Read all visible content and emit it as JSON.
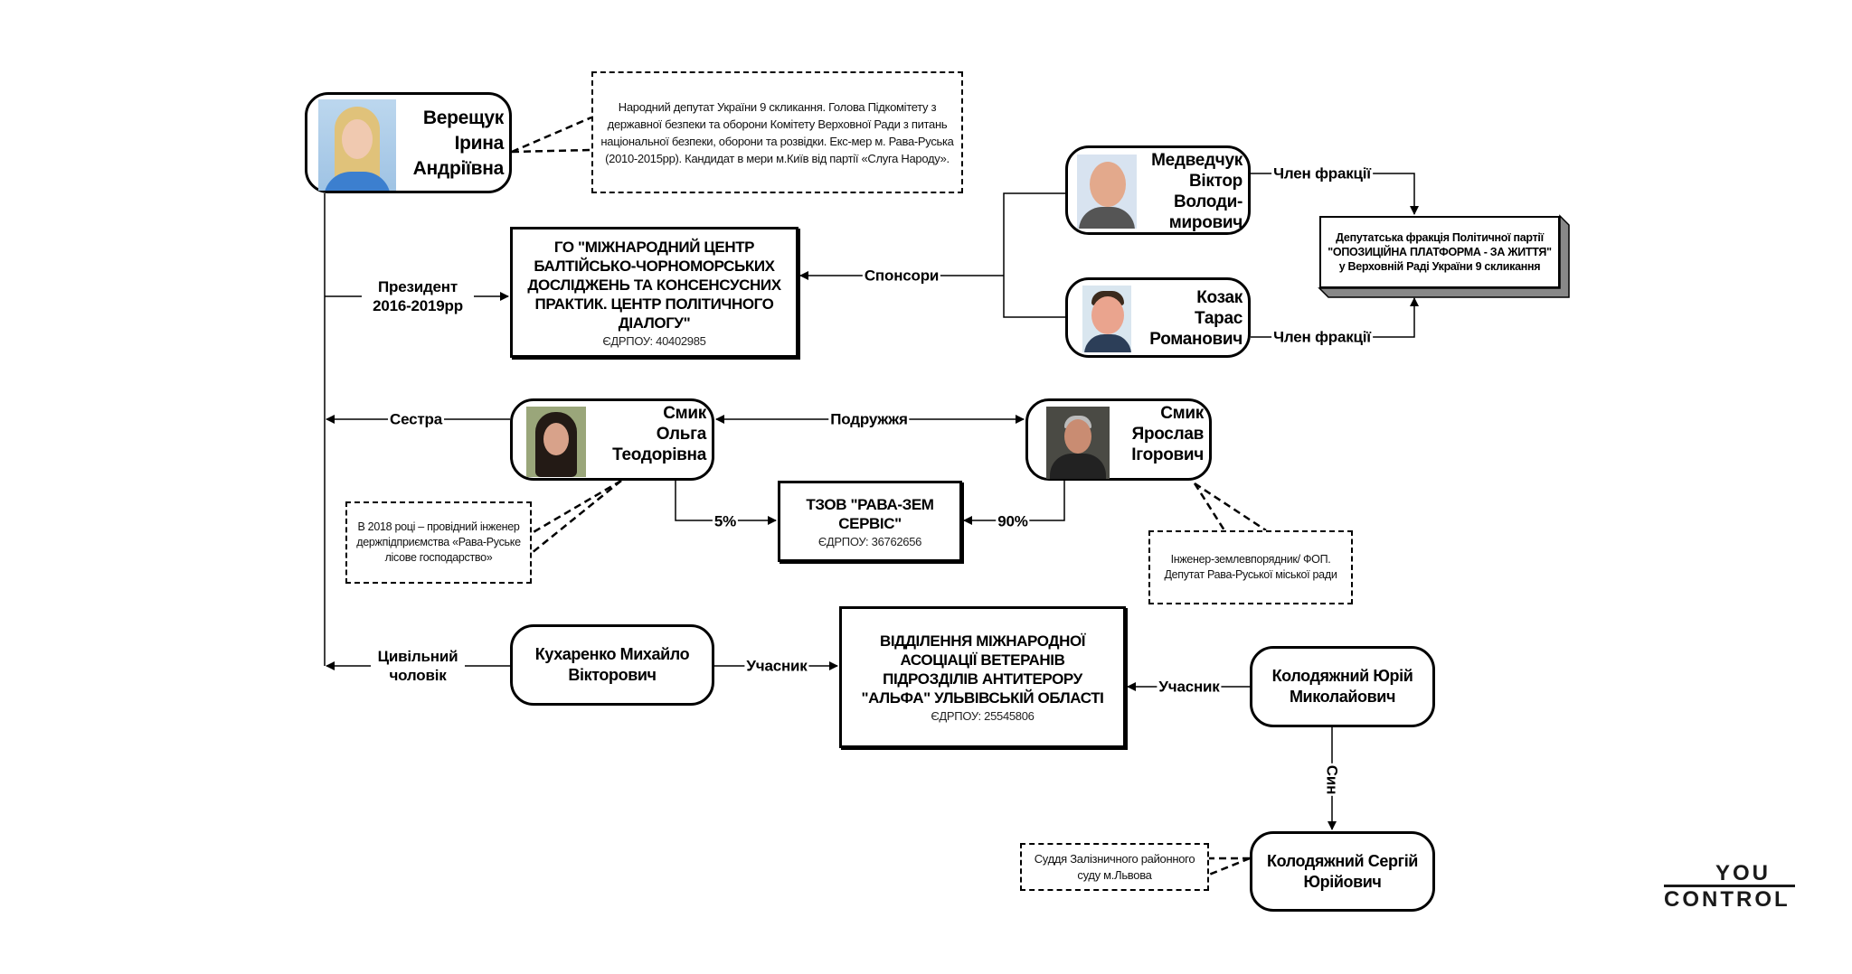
{
  "persons": {
    "vereshchuk": {
      "name": [
        "Верещук",
        "Ірина",
        "Андріївна"
      ],
      "note": "Народний депутат України 9 скликання. Голова Підкомітету з державної безпеки та оборони Комітету Верховної Ради з питань національної безпеки, оборони та розвідки. Екс-мер м. Рава-Руська (2010-2015рр). Кандидат в мери м.Київ від партії «Слуга Народу»."
    },
    "medvedchuk": {
      "name": [
        "Медведчук",
        "Віктор",
        "Володи-",
        "мирович"
      ]
    },
    "kozak": {
      "name": [
        "Козак",
        "Тарас",
        "Романович"
      ]
    },
    "smyk_olga": {
      "name": [
        "Смик",
        "Ольга",
        "Теодорівна"
      ],
      "note": "В 2018 році – провідний інженер держпідприємства «Рава-Руське лісове господарство»"
    },
    "smyk_yaroslav": {
      "name": [
        "Смик",
        "Ярослав",
        "Ігорович"
      ],
      "note": "Інженер-землевпорядник/ ФОП. Депутат Рава-Руської міської ради"
    },
    "kukharenko": {
      "name": [
        "Кухаренко Михайло",
        "Вікторович"
      ]
    },
    "kolodiazhnyi_yurii": {
      "name": [
        "Колодяжний Юрій",
        "Миколайович"
      ]
    },
    "kolodiazhnyi_serhii": {
      "name": [
        "Колодяжний Сергій",
        "Юрійович"
      ],
      "note": "Суддя Залізничного районного суду м.Львова"
    }
  },
  "orgs": {
    "go_center": {
      "title": "ГО \"МІЖНАРОДНИЙ ЦЕНТР БАЛТІЙСЬКО-ЧОРНОМОРСЬКИХ ДОСЛІДЖЕНЬ ТА КОНСЕНСУСНИХ ПРАКТИК. ЦЕНТР ПОЛІТИЧНОГО ДІАЛОГУ\"",
      "code": "ЄДРПОУ: 40402985"
    },
    "rava_zem": {
      "title": "ТЗОВ \"РАВА-ЗЕМ СЕРВІС\"",
      "code": "ЄДРПОУ: 36762656"
    },
    "alpha": {
      "title": "ВІДДІЛЕННЯ МІЖНАРОДНОЇ АСОЦІАЦІЇ ВЕТЕРАНІВ ПІДРОЗДІЛІВ АНТИТЕРОРУ \"АЛЬФА\" УЛЬВІВСЬКІЙ ОБЛАСТІ",
      "code": "ЄДРПОУ: 25545806"
    },
    "faction": {
      "title": "Депутатська фракція Політичної партії \"ОПОЗИЦІЙНА ПЛАТФОРМА - ЗА ЖИТТЯ\" у Верховній Раді України 9 скликання"
    }
  },
  "relations": {
    "president": "Президент 2016-2019рр",
    "sponsors": "Спонсори",
    "member1": "Член фракції",
    "member2": "Член фракції",
    "sister": "Сестра",
    "spouses": "Подружжя",
    "share_olga": "5%",
    "share_yaroslav": "90%",
    "civil_husband": "Цивільний чоловік",
    "participant1": "Учасник",
    "participant2": "Учасник",
    "son": "Син"
  },
  "logo": {
    "top": "YOU",
    "bottom": "CONTROL"
  }
}
